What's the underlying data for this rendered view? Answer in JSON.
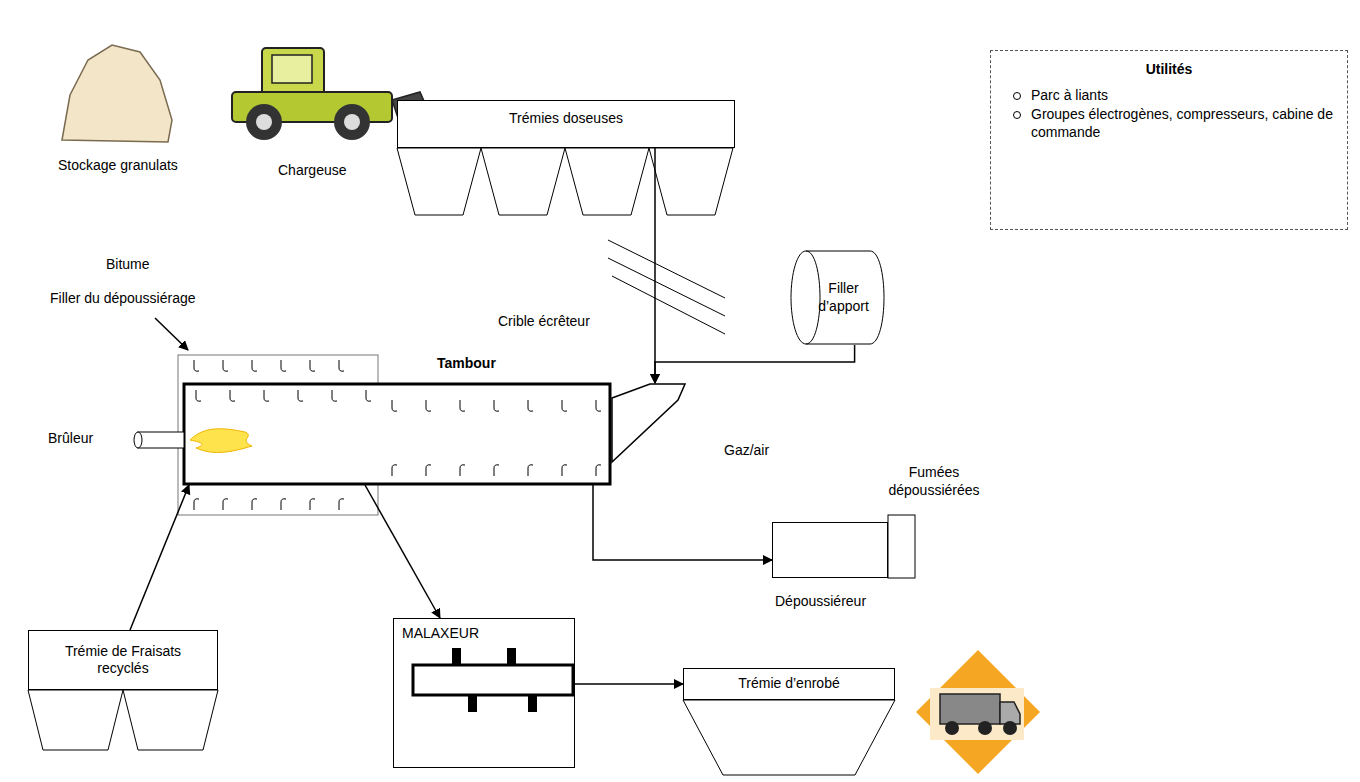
{
  "diagram": {
    "nodes": [
      {
        "text": [
          "Trémies doseuses"
        ]
      },
      {
        "text": [
          "Utilités",
          "Parc à liants",
          "Groupes électrogènes, compresseurs, cabine de commande"
        ]
      },
      {
        "text": [
          "Filler d’apport"
        ]
      },
      {
        "text": [
          "Tambour"
        ]
      },
      {
        "text": [
          "Dépoussiéreur"
        ]
      },
      {
        "text": [
          "Trémie de Fraisats recyclés"
        ]
      },
      {
        "text": [
          "MALAXEUR"
        ]
      },
      {
        "text": [
          "Trémie d’enrobé"
        ]
      }
    ],
    "edges": [
      {
        "from": 0,
        "to": 3,
        "arrow": "to"
      },
      {
        "from": 2,
        "to": 3,
        "arrow": "to"
      },
      {
        "from": 5,
        "to": 3,
        "arrow": "to"
      },
      {
        "from": 3,
        "to": 6,
        "arrow": "to"
      },
      {
        "from": 3,
        "to": 4,
        "arrow": "to"
      },
      {
        "from": 6,
        "to": 7,
        "arrow": "to"
      }
    ],
    "labels": [
      "Stockage granulats",
      "Chargeuse",
      "Bitume",
      "Filler du dépoussiérage",
      "Crible écrêteur",
      "Brûleur",
      "Gaz/air",
      "Fumées dépoussiérées"
    ]
  }
}
